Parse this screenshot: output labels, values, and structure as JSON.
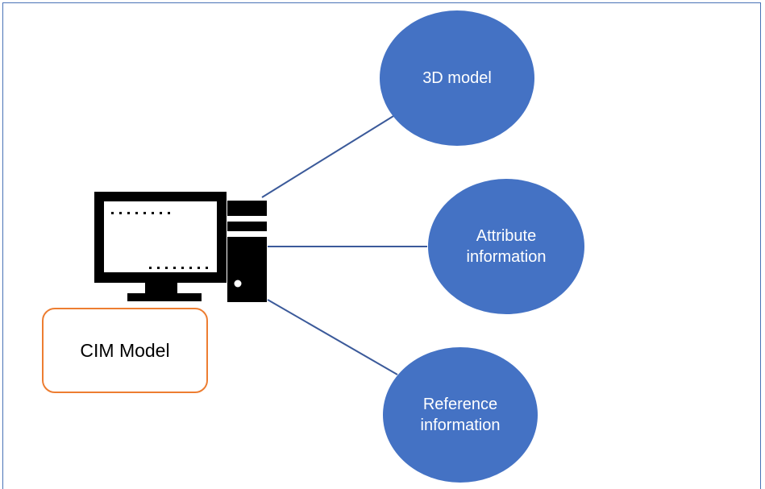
{
  "nodes": {
    "model_3d": "3D model",
    "attribute": "Attribute\ninformation",
    "reference": "Reference\ninformation"
  },
  "cim_label": "CIM Model",
  "colors": {
    "node_fill": "#4472c4",
    "connector": "#3b5a9a",
    "frame": "#4a72b6",
    "box_border": "#ed7d31",
    "computer": "#000000"
  }
}
